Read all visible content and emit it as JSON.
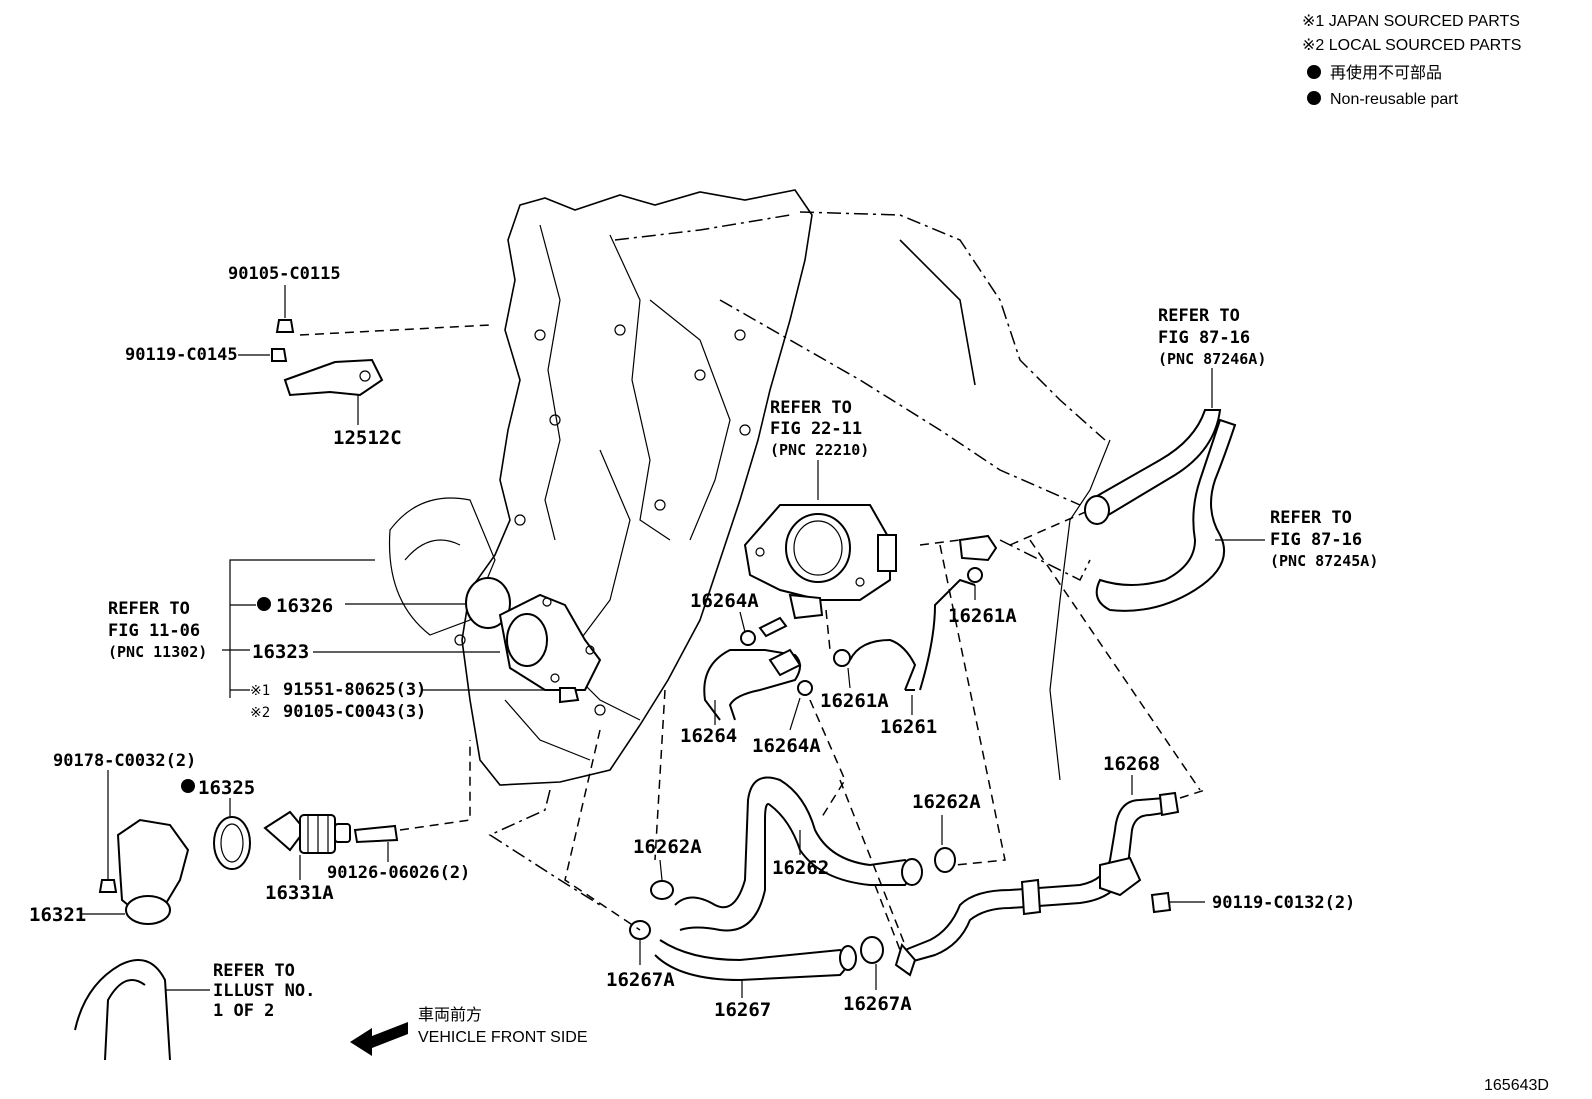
{
  "legend": {
    "line1": "※1 JAPAN SOURCED PARTS",
    "line2": "※2 LOCAL SOURCED PARTS",
    "line3": "再使用不可部品",
    "line4": "Non-reusable part"
  },
  "figure_id": "165643D",
  "front_side": {
    "jp": "車両前方",
    "en": "VEHICLE FRONT SIDE"
  },
  "refs": {
    "fig_87_16_a": {
      "l1": "REFER TO",
      "l2": "FIG 87-16",
      "l3": "(PNC 87246A)"
    },
    "fig_87_16_b": {
      "l1": "REFER TO",
      "l2": "FIG 87-16",
      "l3": "(PNC 87245A)"
    },
    "fig_22_11": {
      "l1": "REFER TO",
      "l2": "FIG 22-11",
      "l3": "(PNC 22210)"
    },
    "fig_11_06": {
      "l1": "REFER TO",
      "l2": "FIG 11-06",
      "l3": "(PNC 11302)"
    },
    "illust": {
      "l1": "REFER TO",
      "l2": "ILLUST NO.",
      "l3": "1 OF 2"
    }
  },
  "parts": {
    "p90105_c0115": "90105-C0115",
    "p90119_c0145": "90119-C0145",
    "p12512c": "12512C",
    "p16326": "16326",
    "p16323": "16323",
    "p91551": "91551-80625(3)",
    "p90105_c0043": "90105-C0043(3)",
    "mark1": "※1",
    "mark2": "※2",
    "p90178": "90178-C0032(2)",
    "p16325": "16325",
    "p16331a": "16331A",
    "p90126": "90126-06026(2)",
    "p16321": "16321",
    "p16264a_top": "16264A",
    "p16264": "16264",
    "p16264a_bot": "16264A",
    "p16261a_mid": "16261A",
    "p16261a_right": "16261A",
    "p16261": "16261",
    "p16262a_left": "16262A",
    "p16262a_right": "16262A",
    "p16262": "16262",
    "p16268": "16268",
    "p90119_c0132": "90119-C0132(2)",
    "p16267a_left": "16267A",
    "p16267": "16267",
    "p16267a_right": "16267A"
  }
}
